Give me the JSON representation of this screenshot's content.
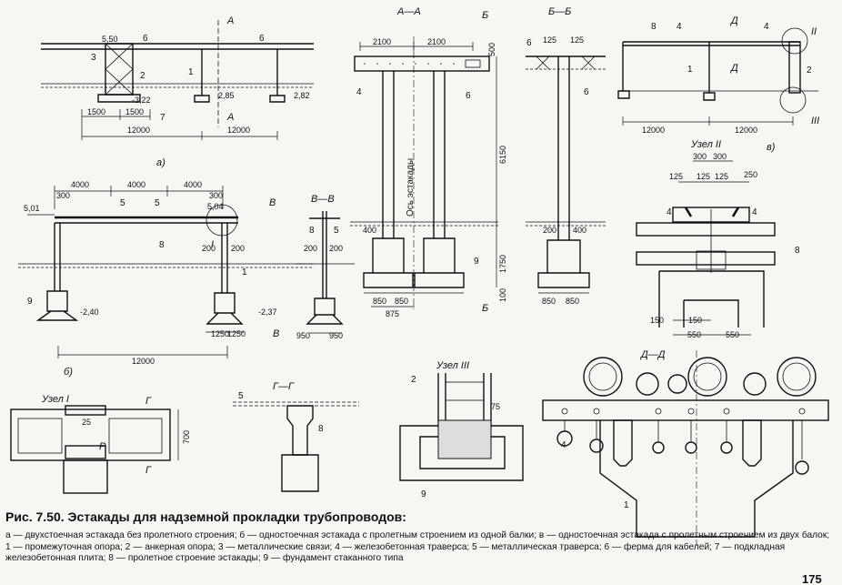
{
  "labels": {
    "a": "а)",
    "b": "б)",
    "v": "в)",
    "AA": "А—А",
    "BB": "Б—Б",
    "VV": "В—В",
    "GG": "Г—Г",
    "DD": "Д—Д",
    "A": "А",
    "B": "Б",
    "V": "В",
    "G": "Г",
    "D": "Д",
    "uzelI": "Узел I",
    "uzelII": "Узел II",
    "uzelIII": "Узел III",
    "romanI": "I",
    "romanII": "II",
    "romanIII": "III",
    "axis": "Ось эстакады",
    "P": "Р"
  },
  "dims": {
    "d12000": "12000",
    "d1500": "1500",
    "d4000": "4000",
    "d300": "300",
    "d200": "200",
    "d950": "950",
    "d1250": "1250",
    "d2100": "2100",
    "d500": "500",
    "d6150": "6150",
    "d1750": "1750",
    "d400": "400",
    "d850": "850",
    "d875": "875",
    "d100": "100",
    "d125": "125",
    "d250": "250",
    "d150": "150",
    "d550": "550",
    "d25": "25",
    "d700": "700",
    "d75": "75"
  },
  "elev": {
    "e550": "5,50",
    "e322": "-3,22",
    "e285": "2,85",
    "e282": "2,82",
    "e501": "5,01",
    "e504": "5,04",
    "e240": "-2,40",
    "e237": "-2,37"
  },
  "callouts": {
    "n1": "1",
    "n2": "2",
    "n3": "3",
    "n4": "4",
    "n5": "5",
    "n6": "6",
    "n7": "7",
    "n8": "8",
    "n9": "9"
  },
  "caption": {
    "title": "Рис. 7.50. Эстакады для надземной прокладки трубопроводов:",
    "desc": "а — двухстоечная эстакада без пролетного строения; б — одностоечная эстакада с пролетным строением из одной балки; в — одностоечная эстакада с пролетным строением из двух балок; 1 — промежуточная опора; 2 — анкерная опора; 3 — металлические связи; 4 — железобетонная траверса; 5 — металлическая траверса; 6 — ферма для кабелей; 7 — подкладная железобетонная плита; 8 — пролетное строение эстакады; 9 — фундамент стаканного типа"
  },
  "page_number": "175"
}
